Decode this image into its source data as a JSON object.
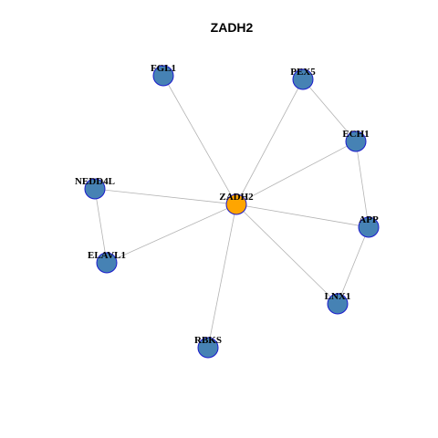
{
  "title": "ZADH2",
  "colors": {
    "hub_fill": "#FFA500",
    "node_fill": "#4682B4",
    "node_border": "#1A1ACC",
    "edge": "#B3B3B3"
  },
  "nodes": [
    {
      "id": "ZADH2",
      "label": "ZADH2",
      "hub": true
    },
    {
      "id": "FGL1",
      "label": "FGL1",
      "hub": false
    },
    {
      "id": "PEX5",
      "label": "PEX5",
      "hub": false
    },
    {
      "id": "ECH1",
      "label": "ECH1",
      "hub": false
    },
    {
      "id": "NEDD4L",
      "label": "NEDD4L",
      "hub": false
    },
    {
      "id": "APP",
      "label": "APP",
      "hub": false
    },
    {
      "id": "ELAVL1",
      "label": "ELAVL1",
      "hub": false
    },
    {
      "id": "LNX1",
      "label": "LNX1",
      "hub": false
    },
    {
      "id": "RBKS",
      "label": "RBKS",
      "hub": false
    }
  ],
  "edges": [
    [
      "ZADH2",
      "FGL1"
    ],
    [
      "ZADH2",
      "PEX5"
    ],
    [
      "ZADH2",
      "ECH1"
    ],
    [
      "ZADH2",
      "NEDD4L"
    ],
    [
      "ZADH2",
      "APP"
    ],
    [
      "ZADH2",
      "ELAVL1"
    ],
    [
      "ZADH2",
      "LNX1"
    ],
    [
      "ZADH2",
      "RBKS"
    ],
    [
      "PEX5",
      "ECH1"
    ],
    [
      "ECH1",
      "APP"
    ],
    [
      "APP",
      "LNX1"
    ],
    [
      "NEDD4L",
      "ELAVL1"
    ]
  ]
}
